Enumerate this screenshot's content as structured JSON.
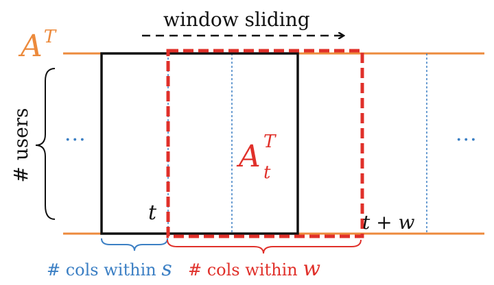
{
  "diagram": {
    "matrix_label": {
      "base": "A",
      "sup": "T"
    },
    "window_label": {
      "base": "A",
      "sup": "T",
      "sub": "t"
    },
    "rows_label": "# users",
    "arrow_label": "window sliding",
    "ellipsis_left": "···",
    "ellipsis_right": "···",
    "t_label": "t",
    "t_plus_w_label": "t + w",
    "cols_s_label": {
      "text": "# cols within ",
      "var": "s"
    },
    "cols_w_label": {
      "text": "# cols within ",
      "var": "w"
    }
  },
  "colors": {
    "orange": "#ec8a3c",
    "red": "#e0302a",
    "blue": "#3b7fc4",
    "black": "#111111"
  }
}
